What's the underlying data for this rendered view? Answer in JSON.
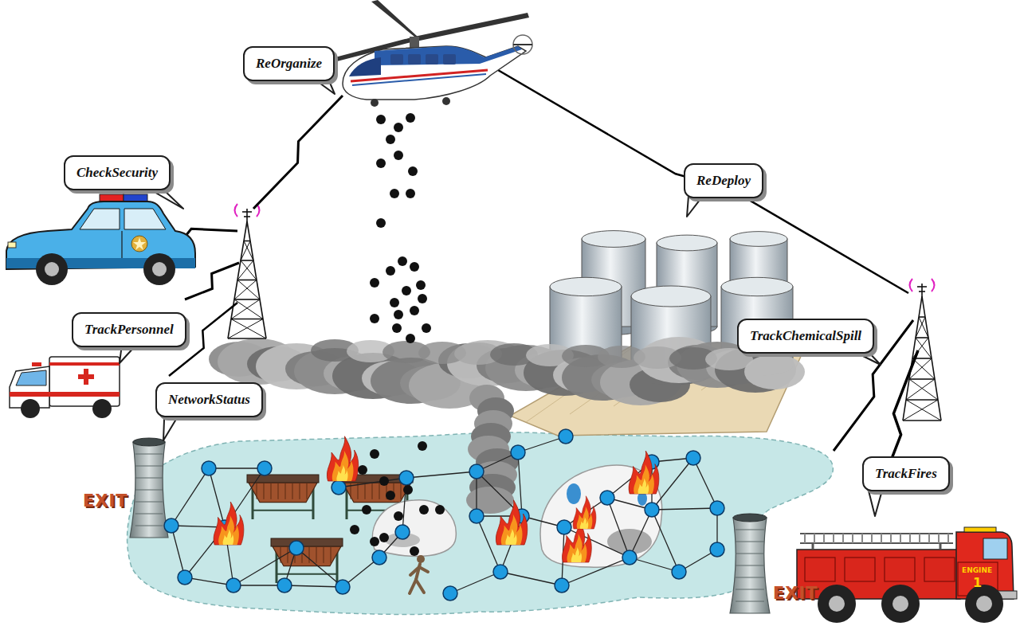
{
  "diagram": {
    "nodes": [
      {
        "text": [
          "ReOrganize"
        ]
      },
      {
        "text": [
          "CheckSecurity"
        ]
      },
      {
        "text": [
          "ReDeploy"
        ]
      },
      {
        "text": [
          "TrackPersonnel"
        ]
      },
      {
        "text": [
          "TrackChemicalSpill"
        ]
      },
      {
        "text": [
          "NetworkStatus"
        ]
      },
      {
        "text": [
          "TrackFires"
        ]
      }
    ],
    "labels": [
      "EXIT",
      "EXIT",
      "ENGINE",
      "1"
    ]
  }
}
